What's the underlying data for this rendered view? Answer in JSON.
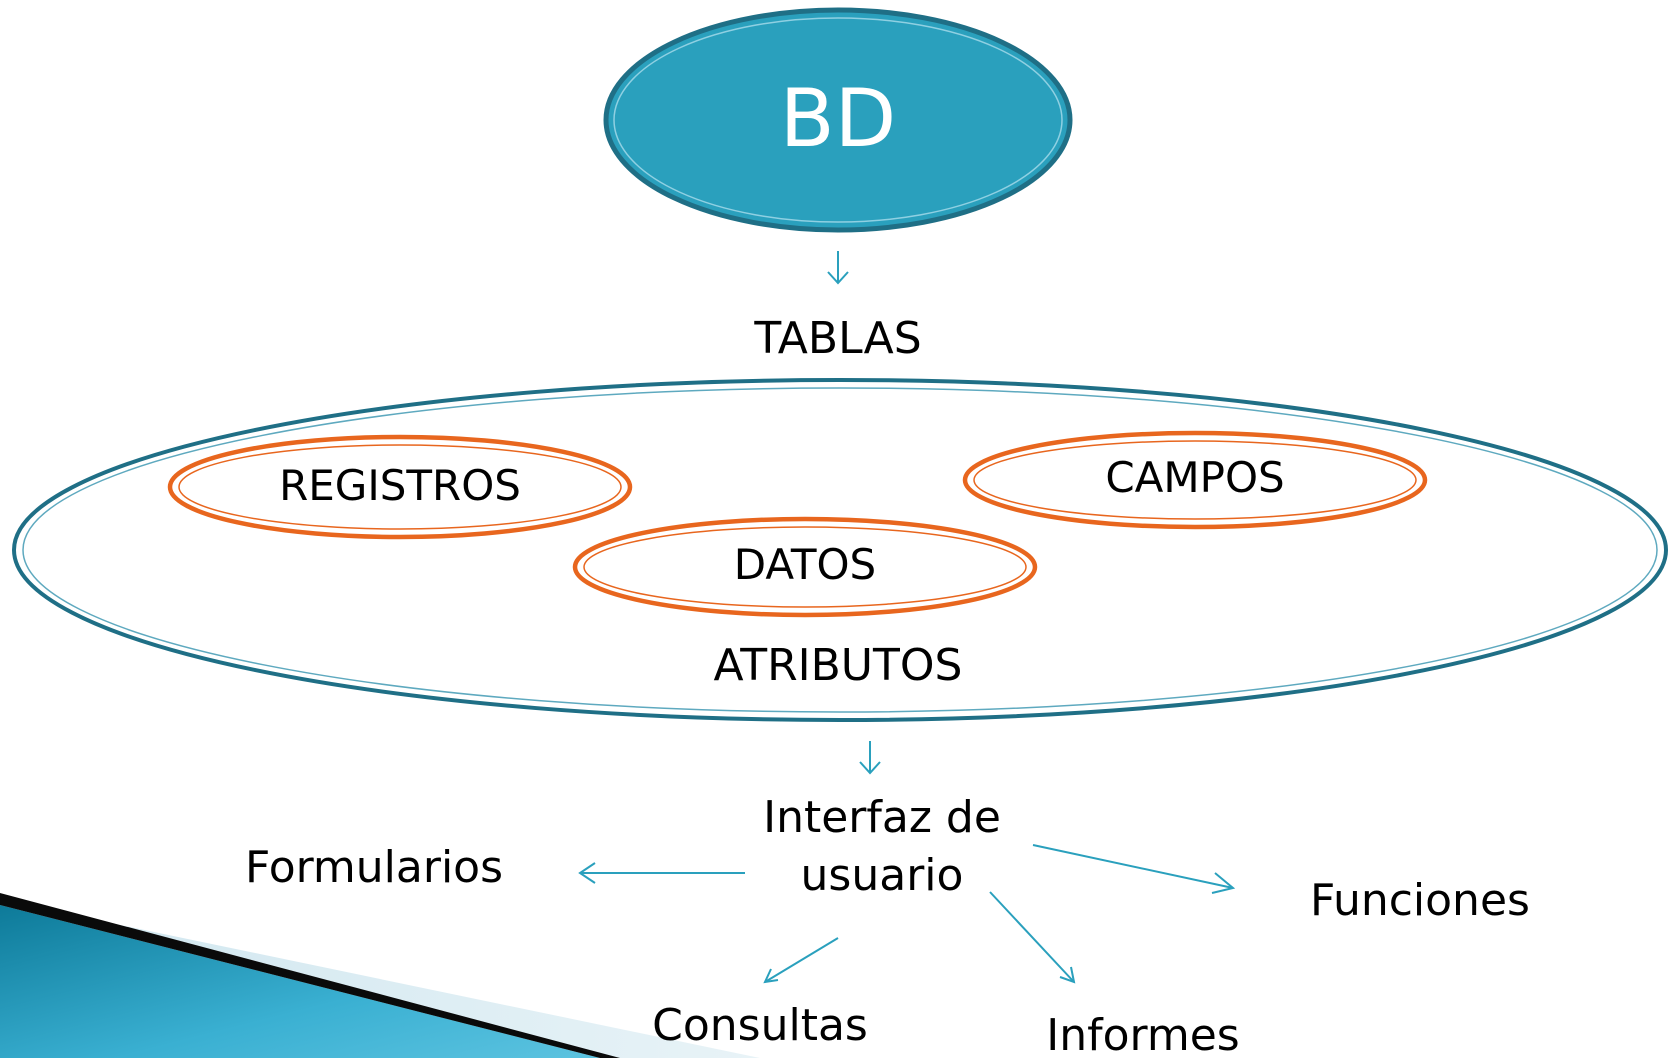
{
  "diagram": {
    "root": {
      "label": "BD"
    },
    "tables_label": "TABLAS",
    "group": {
      "items": [
        {
          "id": "registros",
          "label": "REGISTROS"
        },
        {
          "id": "campos",
          "label": "CAMPOS"
        },
        {
          "id": "datos",
          "label": "DATOS"
        }
      ],
      "footer_label": "ATRIBUTOS"
    },
    "interface": {
      "line1": "Interfaz de",
      "line2": "usuario"
    },
    "outputs": [
      {
        "id": "formularios",
        "label": "Formularios"
      },
      {
        "id": "funciones",
        "label": "Funciones"
      },
      {
        "id": "consultas",
        "label": "Consultas"
      },
      {
        "id": "informes",
        "label": "Informes"
      }
    ]
  },
  "colors": {
    "root_fill": "#2aa0bd",
    "root_stroke": "#1f6f86",
    "group_stroke": "#1f6f86",
    "item_stroke": "#e8661e",
    "arrow": "#2aa0bd",
    "corner_band": "#0b6f8d",
    "corner_black": "#0a0a0a"
  }
}
